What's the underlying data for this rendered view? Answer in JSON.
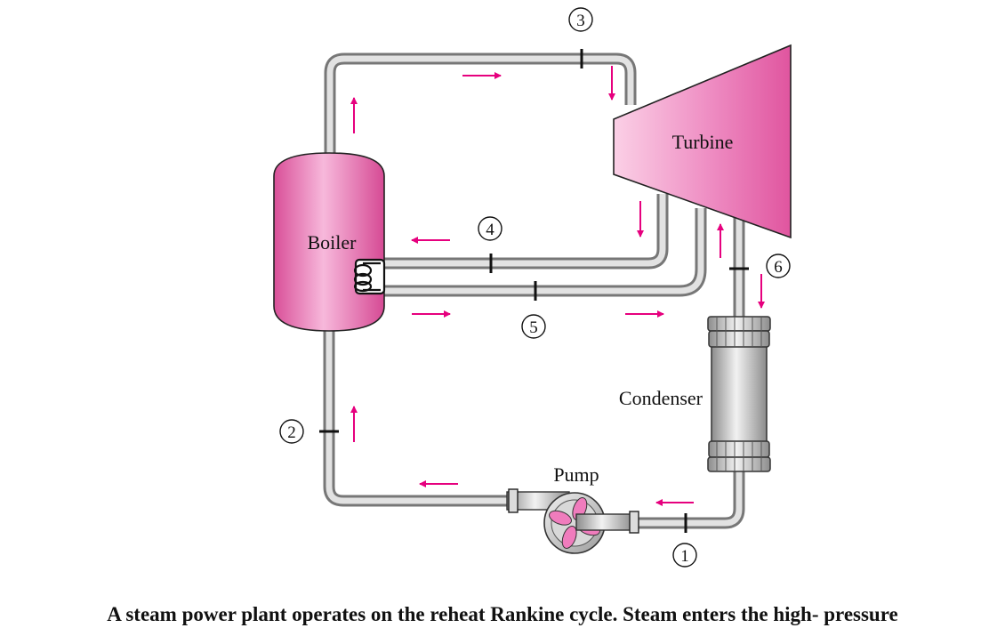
{
  "components": {
    "boiler": "Boiler",
    "turbine": "Turbine",
    "condenser": "Condenser",
    "pump": "Pump"
  },
  "states": [
    "1",
    "2",
    "3",
    "4",
    "5",
    "6"
  ],
  "caption": "A steam power plant operates on the reheat Rankine cycle. Steam enters the high- pressure",
  "colors": {
    "component": "#e866ad",
    "arrow": "#e6007e",
    "pipe": "#9a9a9a",
    "condenser": "#b8b8b8"
  }
}
